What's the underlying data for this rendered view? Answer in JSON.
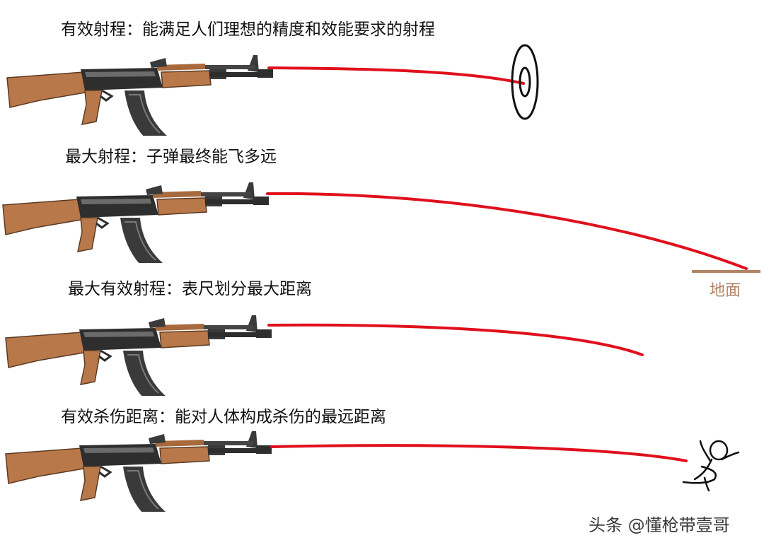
{
  "sections": [
    {
      "label": "有效射程：能满足人们理想的精度和效能要求的射程",
      "endpoint": "target"
    },
    {
      "label": "最大射程：子弹最终能飞多远",
      "endpoint": "ground"
    },
    {
      "label": "最大有效射程：表尺划分最大距离",
      "endpoint": "none"
    },
    {
      "label": "有效杀伤距离：能对人体构成杀伤的最远距离",
      "endpoint": "person"
    }
  ],
  "ground_label": "地面",
  "watermark": "头条 @懂枪带壹哥",
  "icons": {
    "rifle": "ak47-rifle-icon",
    "target": "bullseye-target-icon",
    "person": "stick-figure-icon"
  },
  "colors": {
    "trajectory": "#e0101c",
    "ground": "#b08465",
    "wood": "#b9784a",
    "metal": "#2e2e2e"
  }
}
